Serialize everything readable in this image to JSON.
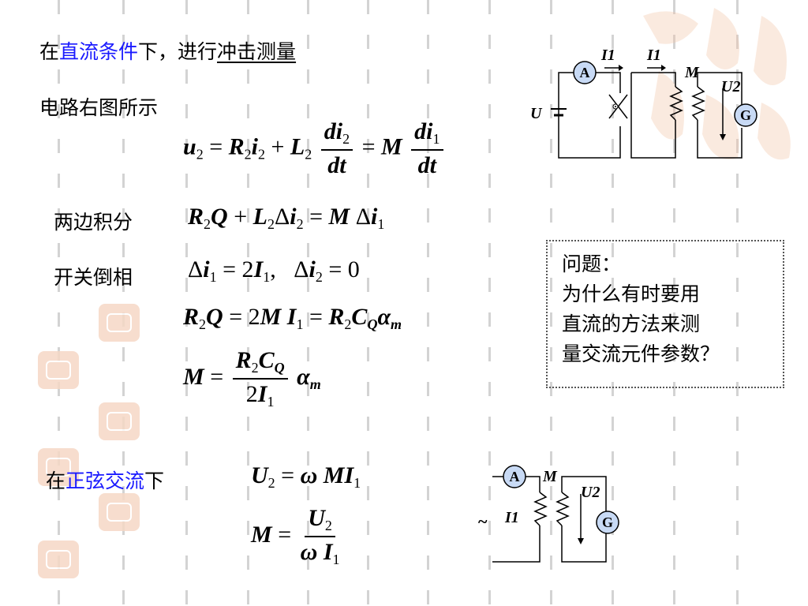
{
  "header": {
    "prefix": "在",
    "dc_condition": "直流条件",
    "mid": "下，进行",
    "method": "冲击测量"
  },
  "circuit_note": "电路右图所示",
  "step_integrate": "两边积分",
  "step_switch": "开关倒相",
  "ac_section": {
    "prefix": "在",
    "ac_label": "正弦交流",
    "suffix": "下"
  },
  "question": {
    "title": "问题：",
    "lines": [
      "为什么有时要用",
      "直流的方法来测",
      "量交流元件参数？"
    ]
  },
  "circuit_dc": {
    "labels": {
      "I1a": "I1",
      "I1b": "I1",
      "M": "M",
      "U2": "U2",
      "U": "U",
      "A": "A",
      "G": "G"
    }
  },
  "circuit_ac": {
    "labels": {
      "A": "A",
      "M": "M",
      "U2": "U2",
      "I1": "I1",
      "G": "G",
      "source": "~"
    }
  },
  "colors": {
    "accent_blue": "#1a1aff",
    "meter_fill": "#c8daf5",
    "watermark": "#f3c4a6"
  }
}
